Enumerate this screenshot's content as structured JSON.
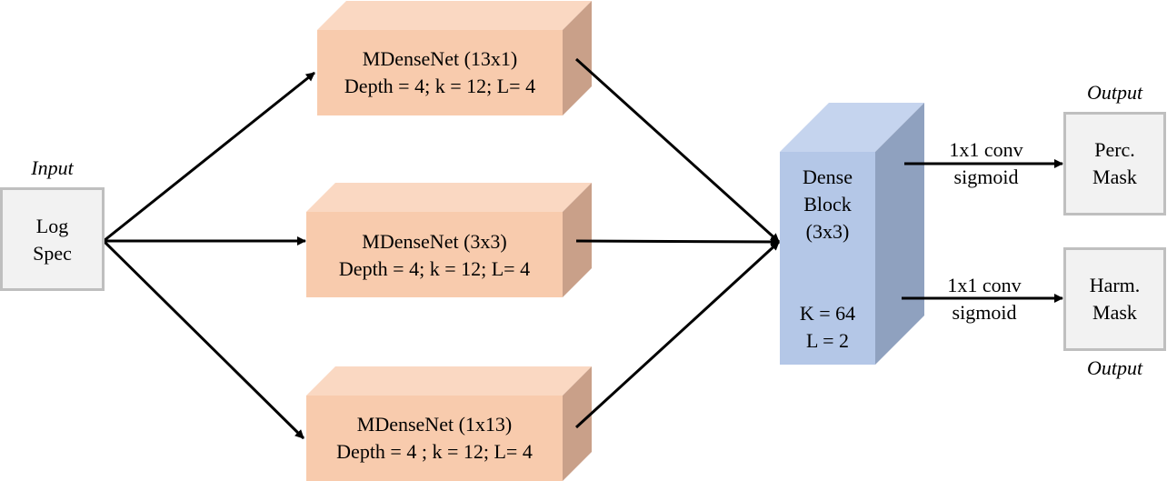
{
  "colors": {
    "mdense_front": "#f8cbad",
    "mdense_top": "#fad8c2",
    "mdense_side": "#c9a089",
    "dense_front": "#b4c7e7",
    "dense_top": "#c5d4ee",
    "dense_side": "#8fa1bf",
    "io_fill": "#f2f2f2",
    "io_border": "#bfbfbf",
    "arrow": "#000000"
  },
  "input": {
    "caption": "Input",
    "line1": "Log",
    "line2": "Spec"
  },
  "mdensenets": [
    {
      "title": "MDenseNet (13x1)",
      "params": "Depth = 4; k = 12; L= 4"
    },
    {
      "title": "MDenseNet (3x3)",
      "params": "Depth = 4; k = 12; L= 4"
    },
    {
      "title": "MDenseNet (1x13)",
      "params": "Depth = 4 ; k = 12; L= 4"
    }
  ],
  "dense_block": {
    "line1": "Dense",
    "line2": "Block",
    "line3": "(3x3)",
    "k_param": "K = 64",
    "l_param": "L = 2"
  },
  "heads": [
    {
      "op1": "1x1 conv",
      "op2": "sigmoid",
      "out1": "Perc.",
      "out2": "Mask",
      "caption": "Output"
    },
    {
      "op1": "1x1 conv",
      "op2": "sigmoid",
      "out1": "Harm.",
      "out2": "Mask",
      "caption": "Output"
    }
  ]
}
